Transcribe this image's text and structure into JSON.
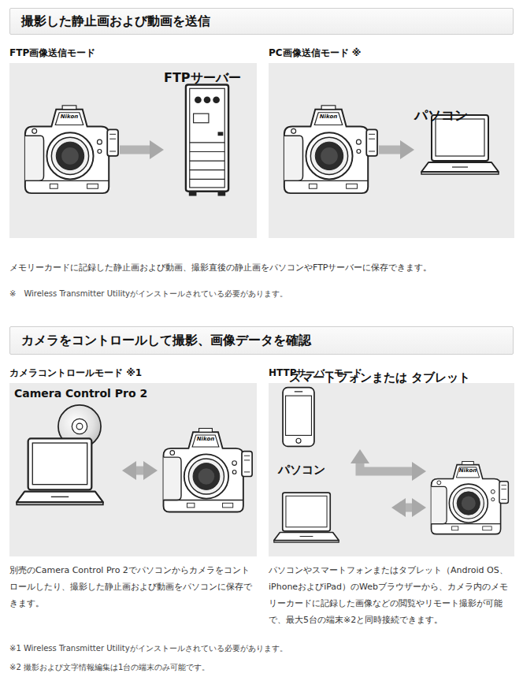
{
  "diagram": {
    "nodes": [
      {
        "text": [
          "撮影した静止画および動画を送信"
        ]
      },
      {
        "text": [
          "FTP画像送信モード"
        ]
      },
      {
        "text": [
          "Nikon"
        ],
        "in": 1
      },
      {
        "text": [
          "FTPサーバー"
        ],
        "in": 1
      },
      {
        "text": [
          "PC画像送信モード ※"
        ]
      },
      {
        "text": [
          "Nikon"
        ],
        "in": 4
      },
      {
        "text": [
          "パソコン"
        ],
        "in": 4
      },
      {
        "text": [
          "カメラをコントロールして撮影、画像データを確認"
        ]
      },
      {
        "text": [
          "カメラコントロールモード ※1"
        ]
      },
      {
        "text": [
          "Camera Control Pro 2"
        ],
        "in": 8
      },
      {
        "text": [
          "Nikon"
        ],
        "in": 8
      },
      {
        "text": [
          "HTTPサーバーモード"
        ]
      },
      {
        "text": [
          "スマートフォンまたは タブレット"
        ],
        "in": 11
      },
      {
        "text": [
          "パソコン"
        ],
        "in": 11
      },
      {
        "text": [
          "Nikon"
        ],
        "in": 11
      }
    ],
    "edges": [
      {
        "from": 2,
        "to": 3,
        "arrow": "to"
      },
      {
        "from": 5,
        "to": 6,
        "arrow": "to"
      },
      {
        "from": 9,
        "to": 10,
        "arrow": "both"
      },
      {
        "from": 12,
        "to": 14,
        "arrow": "both"
      },
      {
        "from": 13,
        "to": 14,
        "arrow": "both"
      }
    ],
    "labels": [
      "メモリーカードに記録した静止画および動画、撮影直後の静止画をパソコンやFTPサーバーに保存できます。",
      "※　Wireless Transmitter Utilityがインストールされている必要があります。",
      "別売のCamera Control Pro 2でパソコンからカメラをコントロールしたり、撮影した静止画および動画をパソコンに保存できます。",
      "パソコンやスマートフォンまたはタブレット（Android OS、iPhoneおよびiPad）のWebブラウザーから、カメラ内のメモリーカードに記録した画像などの閲覧やリモート撮影が可能で、最大5台の端末※2と同時接続できます。",
      "※1 Wireless Transmitter Utilityがインストールされている必要があります。",
      "※2 撮影および文字情報編集は1台の端末のみ可能です。"
    ]
  }
}
